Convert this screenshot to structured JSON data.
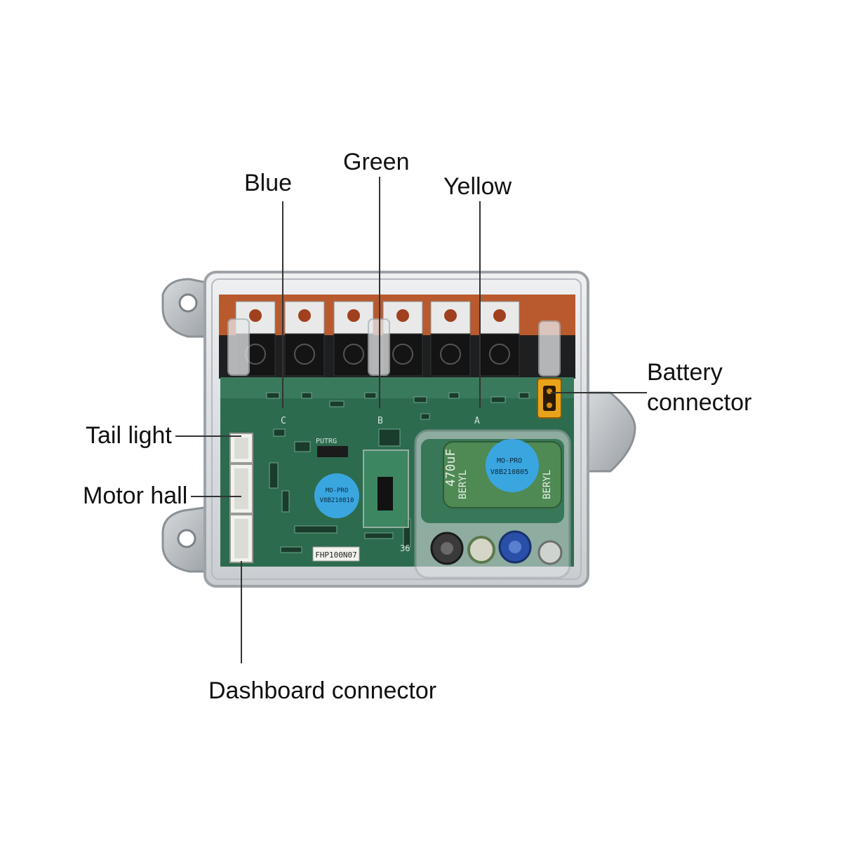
{
  "labels": {
    "blue": "Blue",
    "green": "Green",
    "yellow": "Yellow",
    "battery_line1": "Battery",
    "battery_line2": "connector",
    "tail_light": "Tail light",
    "motor_hall": "Motor hall",
    "dashboard": "Dashboard connector"
  },
  "board_print": {
    "capacitor_main": "470uF",
    "capacitor_brand": "BERYL",
    "sticker_large_line1": "MO-PRO",
    "sticker_large_line2": "V8B210805",
    "sticker_small_line1": "MO-PRO",
    "sticker_small_line2": "V8B210810",
    "model_code": "FHP100N07",
    "phase_c": "C",
    "phase_b": "B",
    "phase_a": "A",
    "side_digits": "36",
    "header_pins": "PUTRG"
  },
  "colors": {
    "pcb": "#2d6b4f",
    "pcb_dark": "#1f4f3a",
    "copper": "#b85a2e",
    "case": "#d9dcdf",
    "sticker": "#3aa6e0",
    "capacitor": "#4f8a54",
    "connector_yellow": "#e8a31a"
  }
}
